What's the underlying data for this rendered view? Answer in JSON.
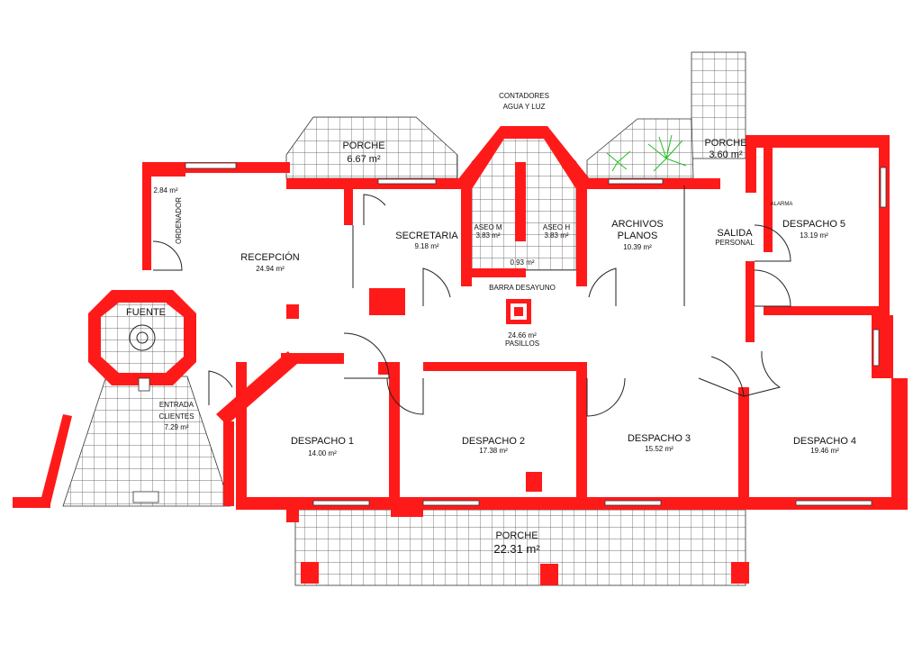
{
  "plan": {
    "rooms": [
      {
        "id": "contadores",
        "name": "CONTADORES",
        "sub": "AGUA Y LUZ"
      },
      {
        "id": "porche-nw",
        "name": "PORCHE",
        "area": "6.67 m²"
      },
      {
        "id": "porche-ne",
        "name": "PORCHE",
        "area": "3.60 m²"
      },
      {
        "id": "ordenador",
        "name": "ORDENADOR",
        "area": "2.84 m²"
      },
      {
        "id": "recepcion",
        "name": "RECEPCIÓN",
        "area": "24.94 m²"
      },
      {
        "id": "secretaria",
        "name": "SECRETARIA",
        "area": "9.18 m²"
      },
      {
        "id": "aseo-m",
        "name": "ASEO M",
        "area": "3.83 m²"
      },
      {
        "id": "aseo-h",
        "name": "ASEO H",
        "area": "3.83 m²"
      },
      {
        "id": "barra",
        "name": "BARRA DESAYUNO",
        "area": "0.93 m²"
      },
      {
        "id": "archivos",
        "name": "ARCHIVOS",
        "name2": "PLANOS",
        "area": "10.39 m²"
      },
      {
        "id": "salida",
        "name": "SALIDA",
        "name2": "PERSONAL"
      },
      {
        "id": "despacho5",
        "name": "DESPACHO 5",
        "area": "13.19 m²",
        "note": "ALARMA"
      },
      {
        "id": "fuente",
        "name": "FUENTE"
      },
      {
        "id": "pasillos",
        "name": "PASILLOS",
        "area": "24.66 m²"
      },
      {
        "id": "entrada",
        "name": "ENTRADA",
        "name2": "CLIENTES",
        "area": "7.29 m²"
      },
      {
        "id": "despacho1",
        "name": "DESPACHO 1",
        "area": "14.00 m²"
      },
      {
        "id": "despacho2",
        "name": "DESPACHO 2",
        "area": "17.38 m²"
      },
      {
        "id": "despacho3",
        "name": "DESPACHO 3",
        "area": "15.52 m²"
      },
      {
        "id": "despacho4",
        "name": "DESPACHO 4",
        "area": "19.46 m²"
      },
      {
        "id": "porche-s",
        "name": "PORCHE",
        "area": "22.31 m²"
      }
    ]
  },
  "colors": {
    "wall": "#ff1a1a",
    "line": "#222222",
    "background": "#ffffff"
  }
}
